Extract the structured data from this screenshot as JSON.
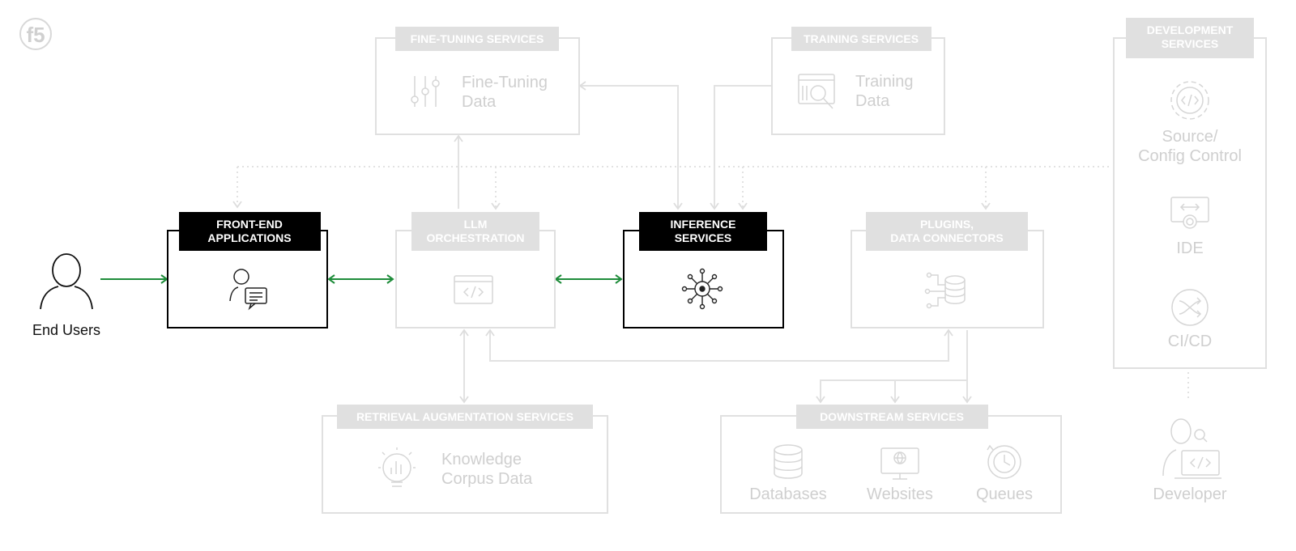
{
  "logo_text": "f5",
  "colors": {
    "dim": "#e0e0e0",
    "dim_text": "#cfcfcf",
    "active": "#000000",
    "arrow": "#1e8c3a"
  },
  "end_users": {
    "label": "End Users"
  },
  "boxes": {
    "front_end": {
      "title_line1": "FRONT-END",
      "title_line2": "APPLICATIONS"
    },
    "llm": {
      "title_line1": "LLM",
      "title_line2": "ORCHESTRATION"
    },
    "inference": {
      "title_line1": "INFERENCE",
      "title_line2": "SERVICES"
    },
    "plugins": {
      "title_line1": "PLUGINS,",
      "title_line2": "DATA CONNECTORS"
    },
    "fine_tuning": {
      "title": "FINE-TUNING SERVICES",
      "label_line1": "Fine-Tuning",
      "label_line2": "Data"
    },
    "training": {
      "title": "TRAINING SERVICES",
      "label_line1": "Training",
      "label_line2": "Data"
    },
    "retrieval": {
      "title": "RETRIEVAL AUGMENTATION SERVICES",
      "label_line1": "Knowledge",
      "label_line2": "Corpus Data"
    },
    "downstream": {
      "title": "DOWNSTREAM SERVICES",
      "items": [
        "Databases",
        "Websites",
        "Queues"
      ]
    },
    "development": {
      "title_line1": "DEVELOPMENT",
      "title_line2": "SERVICES",
      "items": [
        {
          "line1": "Source/",
          "line2": "Config Control"
        },
        {
          "line1": "IDE",
          "line2": ""
        },
        {
          "line1": "CI/CD",
          "line2": ""
        }
      ]
    }
  },
  "developer": {
    "label": "Developer"
  }
}
